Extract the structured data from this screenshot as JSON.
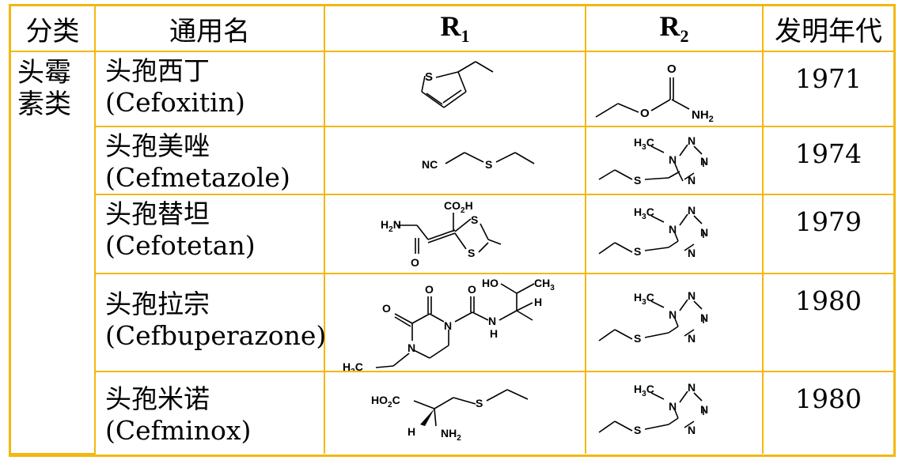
{
  "headers": {
    "category": "分类",
    "generic_name": "通用名",
    "r1": "R",
    "r1_sub": "1",
    "r2": "R",
    "r2_sub": "2",
    "year": "发明年代"
  },
  "category": [
    "头霉",
    "素类"
  ],
  "rows": [
    {
      "cn": "头孢西丁",
      "en": "(Cefoxitin)",
      "year": "1971"
    },
    {
      "cn": "头孢美唑",
      "en": "(Cefmetazole)",
      "year": "1974"
    },
    {
      "cn": "头孢替坦",
      "en": "(Cefotetan)",
      "year": "1979"
    },
    {
      "cn": "头孢拉宗",
      "en": "(Cefbuperazone)",
      "year": "1980"
    },
    {
      "cn": "头孢米诺",
      "en": "(Cefminox)",
      "year": "1980"
    }
  ],
  "labels": {
    "S": "S",
    "O": "O",
    "NH2": "NH",
    "two": "2",
    "NC": "NC",
    "H3C": "H",
    "three": "3",
    "C": "C",
    "N": "N",
    "CO2H": "CO",
    "H": "H",
    "HO": "HO",
    "CH3": "CH",
    "HO2C": "HO",
    "O_sub": "C",
    "H2N": "H",
    "N_after": "N"
  },
  "colors": {
    "border": "#f2b80f"
  }
}
